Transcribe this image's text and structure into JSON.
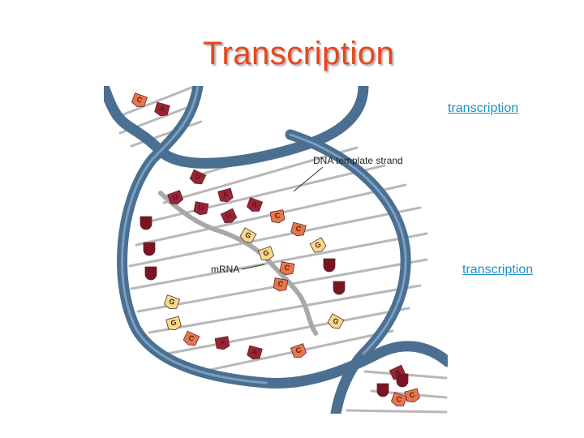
{
  "slide": {
    "title": "Transcription",
    "links": [
      "transcription",
      "transcription"
    ]
  },
  "diagram": {
    "labels": {
      "template_strand": "DNA  template strand",
      "mrna": "mRNA"
    },
    "colors": {
      "backbone": "#4a6f91",
      "backbone_highlight": "#8fb3d1",
      "rung": "#b8b8b8",
      "mrna_strand": "#a8a8a8",
      "base_red": "#9b2335",
      "base_orange": "#e8764a",
      "base_yellow": "#f3dc8c",
      "base_dark": "#7a1424"
    },
    "bases": [
      {
        "letter": "C",
        "color": "orange"
      },
      {
        "letter": "A",
        "color": "red"
      },
      {
        "letter": "U",
        "color": "red"
      },
      {
        "letter": "U",
        "color": "red"
      },
      {
        "letter": "A",
        "color": "red"
      },
      {
        "letter": "U",
        "color": "red"
      },
      {
        "letter": "U",
        "color": "red"
      },
      {
        "letter": "A",
        "color": "red"
      },
      {
        "letter": "C",
        "color": "orange"
      },
      {
        "letter": "C",
        "color": "orange"
      },
      {
        "letter": "G",
        "color": "yellow"
      },
      {
        "letter": "G",
        "color": "yellow"
      },
      {
        "letter": "C",
        "color": "orange"
      },
      {
        "letter": "G",
        "color": "yellow"
      },
      {
        "letter": "G",
        "color": "yellow"
      },
      {
        "letter": "G",
        "color": "yellow"
      },
      {
        "letter": "C",
        "color": "orange"
      },
      {
        "letter": "A",
        "color": "red"
      },
      {
        "letter": "A",
        "color": "red"
      },
      {
        "letter": "C",
        "color": "orange"
      },
      {
        "letter": "G",
        "color": "yellow"
      },
      {
        "letter": "C",
        "color": "orange"
      },
      {
        "letter": "A",
        "color": "red"
      },
      {
        "letter": "C",
        "color": "orange"
      },
      {
        "letter": "C",
        "color": "orange"
      },
      {
        "letter": "",
        "color": "dark"
      },
      {
        "letter": "",
        "color": "dark"
      },
      {
        "letter": "",
        "color": "dark"
      },
      {
        "letter": "",
        "color": "dark"
      },
      {
        "letter": "",
        "color": "dark"
      },
      {
        "letter": "",
        "color": "dark"
      },
      {
        "letter": "",
        "color": "dark"
      }
    ]
  }
}
